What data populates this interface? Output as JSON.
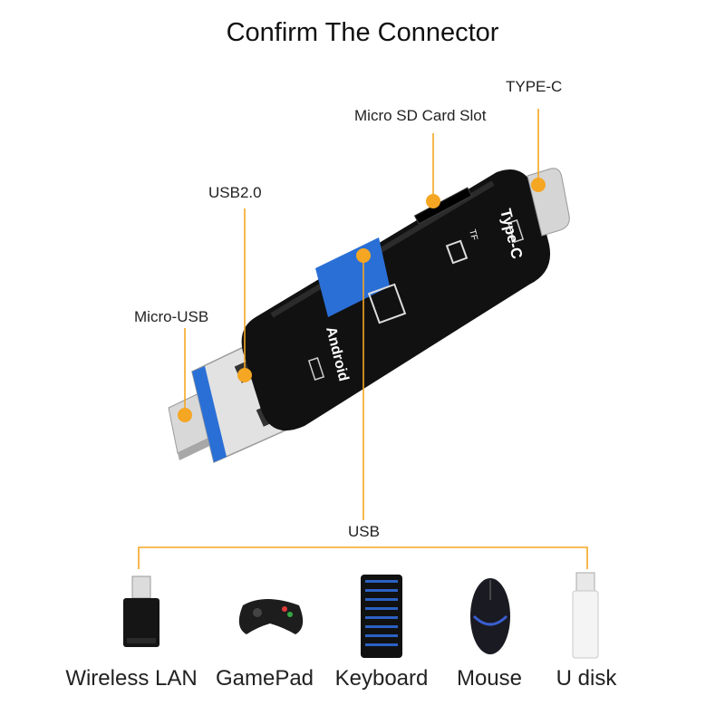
{
  "title": "Confirm The Connector",
  "callouts": {
    "type_c": "TYPE-C",
    "micro_sd": "Micro SD Card Slot",
    "usb2": "USB2.0",
    "micro_usb": "Micro-USB",
    "usb": "USB"
  },
  "product_markings": {
    "android": "Android",
    "type_c": "Type-C",
    "tf": "TF"
  },
  "devices": [
    {
      "label": "Wireless LAN",
      "icon": "wireless-lan-adapter-icon"
    },
    {
      "label": "GamePad",
      "icon": "gamepad-icon"
    },
    {
      "label": "Keyboard",
      "icon": "keyboard-icon"
    },
    {
      "label": "Mouse",
      "icon": "mouse-icon"
    },
    {
      "label": "U disk",
      "icon": "usb-flash-drive-icon"
    }
  ],
  "colors": {
    "accent": "#F5A623",
    "device_body": "#111111",
    "usb_blue": "#2A6FD6",
    "metal": "#C9C9C9"
  }
}
